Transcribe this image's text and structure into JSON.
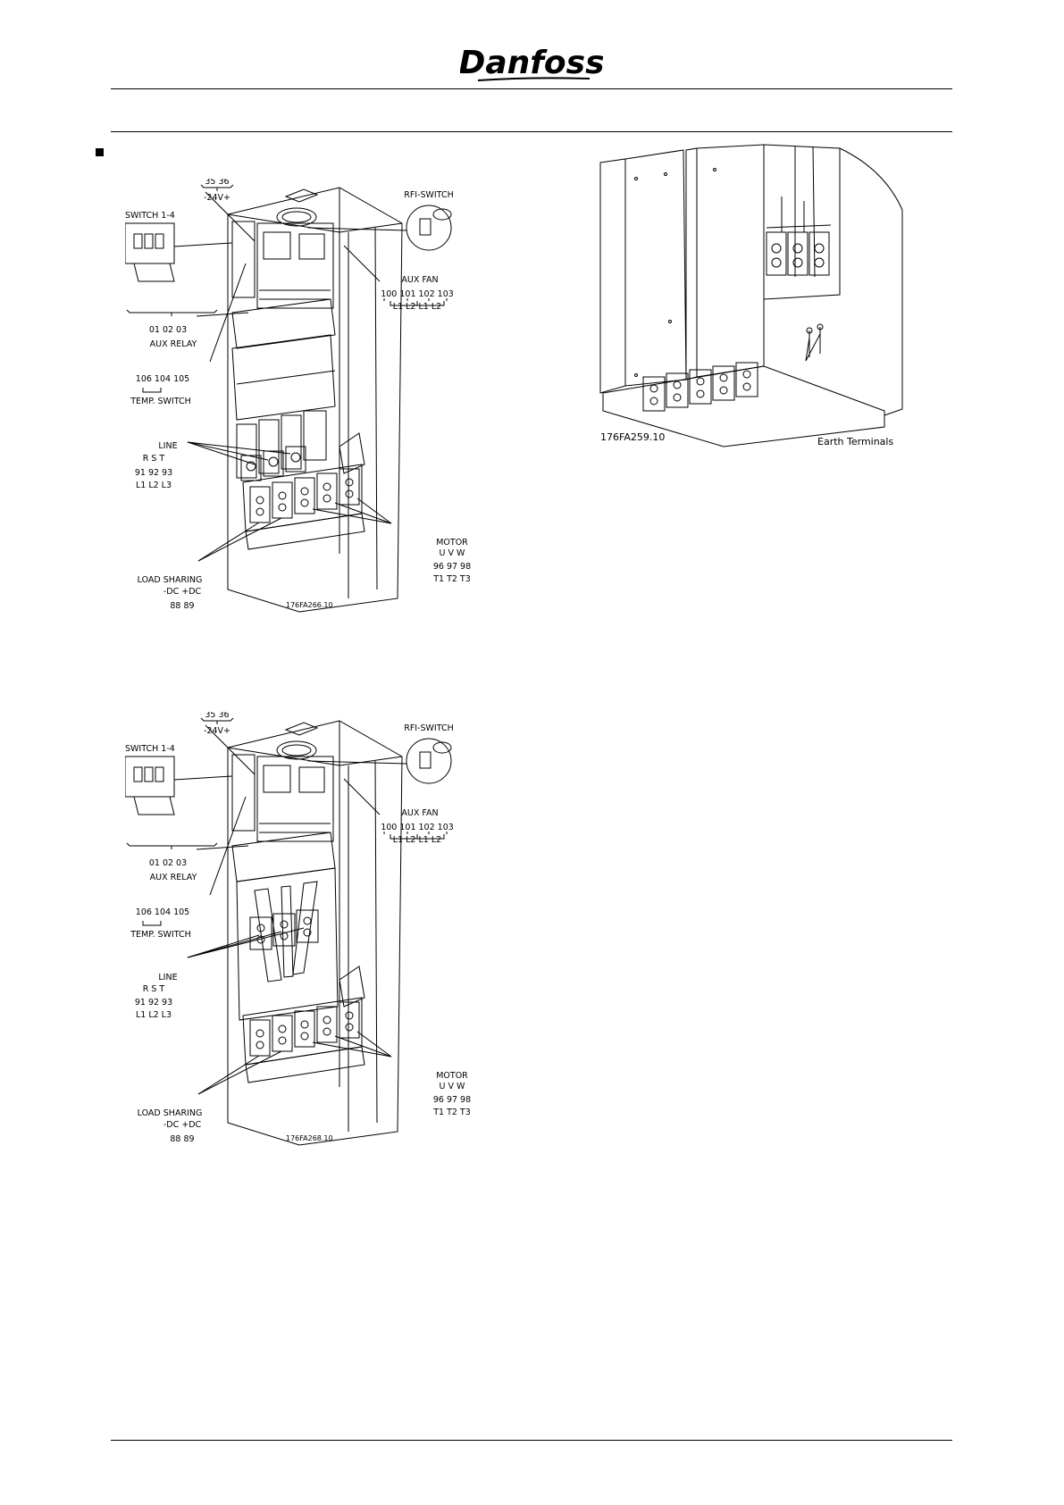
{
  "header": {
    "logo_text": "Danfoss"
  },
  "diagrams": [
    {
      "id": "176FA266.10",
      "labels": {
        "dc_supply_terms": "35  36",
        "dc_supply": "-24V+",
        "switch": "SWITCH 1-4",
        "rfi_switch": "RFI-SWITCH",
        "aux_fan": "AUX FAN",
        "aux_fan_terms": "100  101  102  103",
        "aux_fan_phases": "L1   L2    L1    L2",
        "aux_relay_terms": "01  02  03",
        "aux_relay": "AUX RELAY",
        "temp_switch_terms": "106  104  105",
        "temp_switch": "TEMP. SWITCH",
        "line": "LINE",
        "line_rst": "R     S     T",
        "line_terms": "91    92    93",
        "line_phases": "L1    L2    L3",
        "motor": "MOTOR",
        "motor_uvw": "U    V    W",
        "motor_terms": "96  97  98",
        "motor_phases": "T1  T2  T3",
        "load_sharing": "LOAD SHARING",
        "load_dc": "-DC  +DC",
        "load_terms": "88    89",
        "code": "176FA266.10"
      }
    },
    {
      "id": "176FA268.10",
      "labels": {
        "dc_supply_terms": "35  36",
        "dc_supply": "-24V+",
        "switch": "SWITCH 1-4",
        "rfi_switch": "RFI-SWITCH",
        "aux_fan": "AUX FAN",
        "aux_fan_terms": "100  101  102  103",
        "aux_fan_phases": "L1   L2    L1    L2",
        "aux_relay_terms": "01  02  03",
        "aux_relay": "AUX RELAY",
        "temp_switch_terms": "106  104  105",
        "temp_switch": "TEMP. SWITCH",
        "line": "LINE",
        "line_rst": "R     S     T",
        "line_terms": "91    92    93",
        "line_phases": "L1    L2    L3",
        "motor": "MOTOR",
        "motor_uvw": "U    V    W",
        "motor_terms": "96  97  98",
        "motor_phases": "T1  T2  T3",
        "load_sharing": "LOAD SHARING",
        "load_dc": "-DC  +DC",
        "load_terms": "88    89",
        "code": "176FA268.10"
      }
    }
  ],
  "earth_view": {
    "code": "176FA259.10",
    "label": "Earth Terminals"
  }
}
